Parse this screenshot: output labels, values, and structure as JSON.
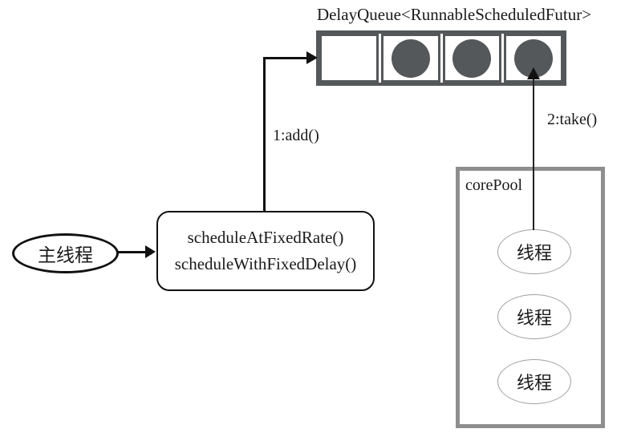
{
  "diagram": {
    "title": "DelayQueue<RunnableScheduledFutur>",
    "queue": {
      "cells": [
        {
          "filled": false
        },
        {
          "filled": true
        },
        {
          "filled": true
        },
        {
          "filled": true
        }
      ]
    },
    "add_arrow_label": "1:add()",
    "take_arrow_label": "2:take()",
    "main_thread": {
      "label": "主线程"
    },
    "scheduler_box": {
      "lines": [
        "scheduleAtFixedRate()",
        "scheduleWithFixedDelay()"
      ]
    },
    "core_pool": {
      "label": "corePool",
      "threads": [
        "线程",
        "线程",
        "线程"
      ]
    },
    "colors": {
      "queue_dark": "#54585a",
      "pool_border": "#8e8e8e",
      "thread_ellipse_border": "#a0a0a0",
      "line": "#111111"
    }
  }
}
